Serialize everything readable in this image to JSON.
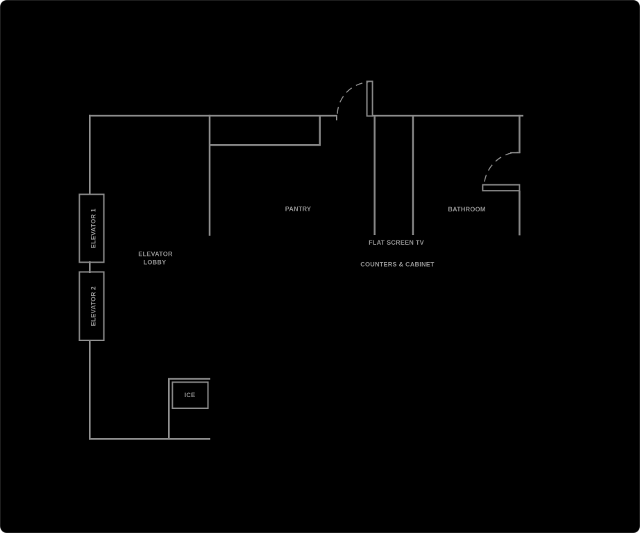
{
  "window": {
    "background_color": "#000000",
    "border_color": "#222222"
  },
  "palette": {
    "wall_color": "#878787",
    "label_color": "#929292"
  },
  "floorplan": {
    "type": "hotel-floor-plan-section",
    "rooms": {
      "elevator_1": "ELEVATOR 1",
      "elevator_2": "ELEVATOR 2",
      "elevator_lobby_line1": "ELEVATOR",
      "elevator_lobby_line2": "LOBBY",
      "pantry": "PANTRY",
      "bathroom": "BATHROOM",
      "ice": "ICE"
    },
    "fixtures": {
      "flat_screen_tv": "FLAT SCREEN TV",
      "counters_cabinet": "COUNTERS & CABINET"
    }
  }
}
